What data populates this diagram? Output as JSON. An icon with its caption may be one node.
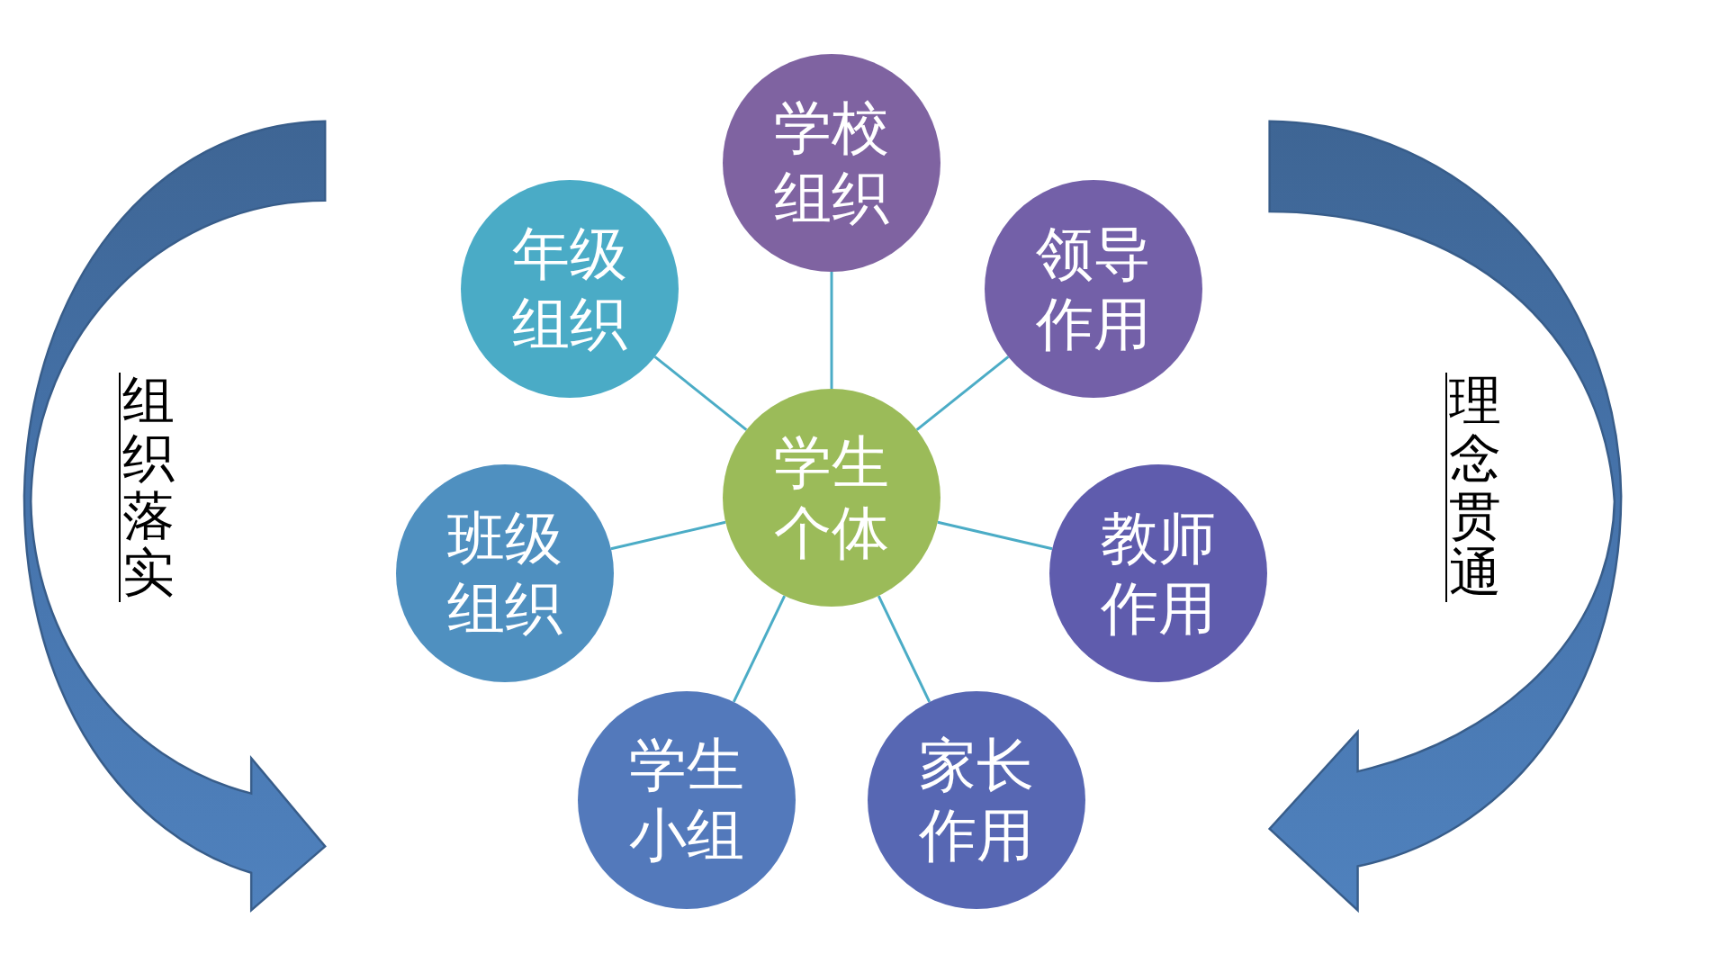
{
  "diagram": {
    "nodes": [
      {
        "text": [
          "学校组织"
        ]
      },
      {
        "text": [
          "年级组织"
        ]
      },
      {
        "text": [
          "领导作用"
        ]
      },
      {
        "text": [
          "学生个体"
        ]
      },
      {
        "text": [
          "班级组织"
        ]
      },
      {
        "text": [
          "教师作用"
        ]
      },
      {
        "text": [
          "学生小组"
        ]
      },
      {
        "text": [
          "家长作用"
        ]
      }
    ],
    "edges": [
      {
        "from": 3,
        "to": 0,
        "arrow": "none"
      },
      {
        "from": 3,
        "to": 1,
        "arrow": "none"
      },
      {
        "from": 3,
        "to": 2,
        "arrow": "none"
      },
      {
        "from": 3,
        "to": 4,
        "arrow": "none"
      },
      {
        "from": 3,
        "to": 5,
        "arrow": "none"
      },
      {
        "from": 3,
        "to": 6,
        "arrow": "none"
      },
      {
        "from": 3,
        "to": 7,
        "arrow": "none"
      }
    ],
    "labels": [
      "组织落实",
      "理念贯通"
    ]
  }
}
